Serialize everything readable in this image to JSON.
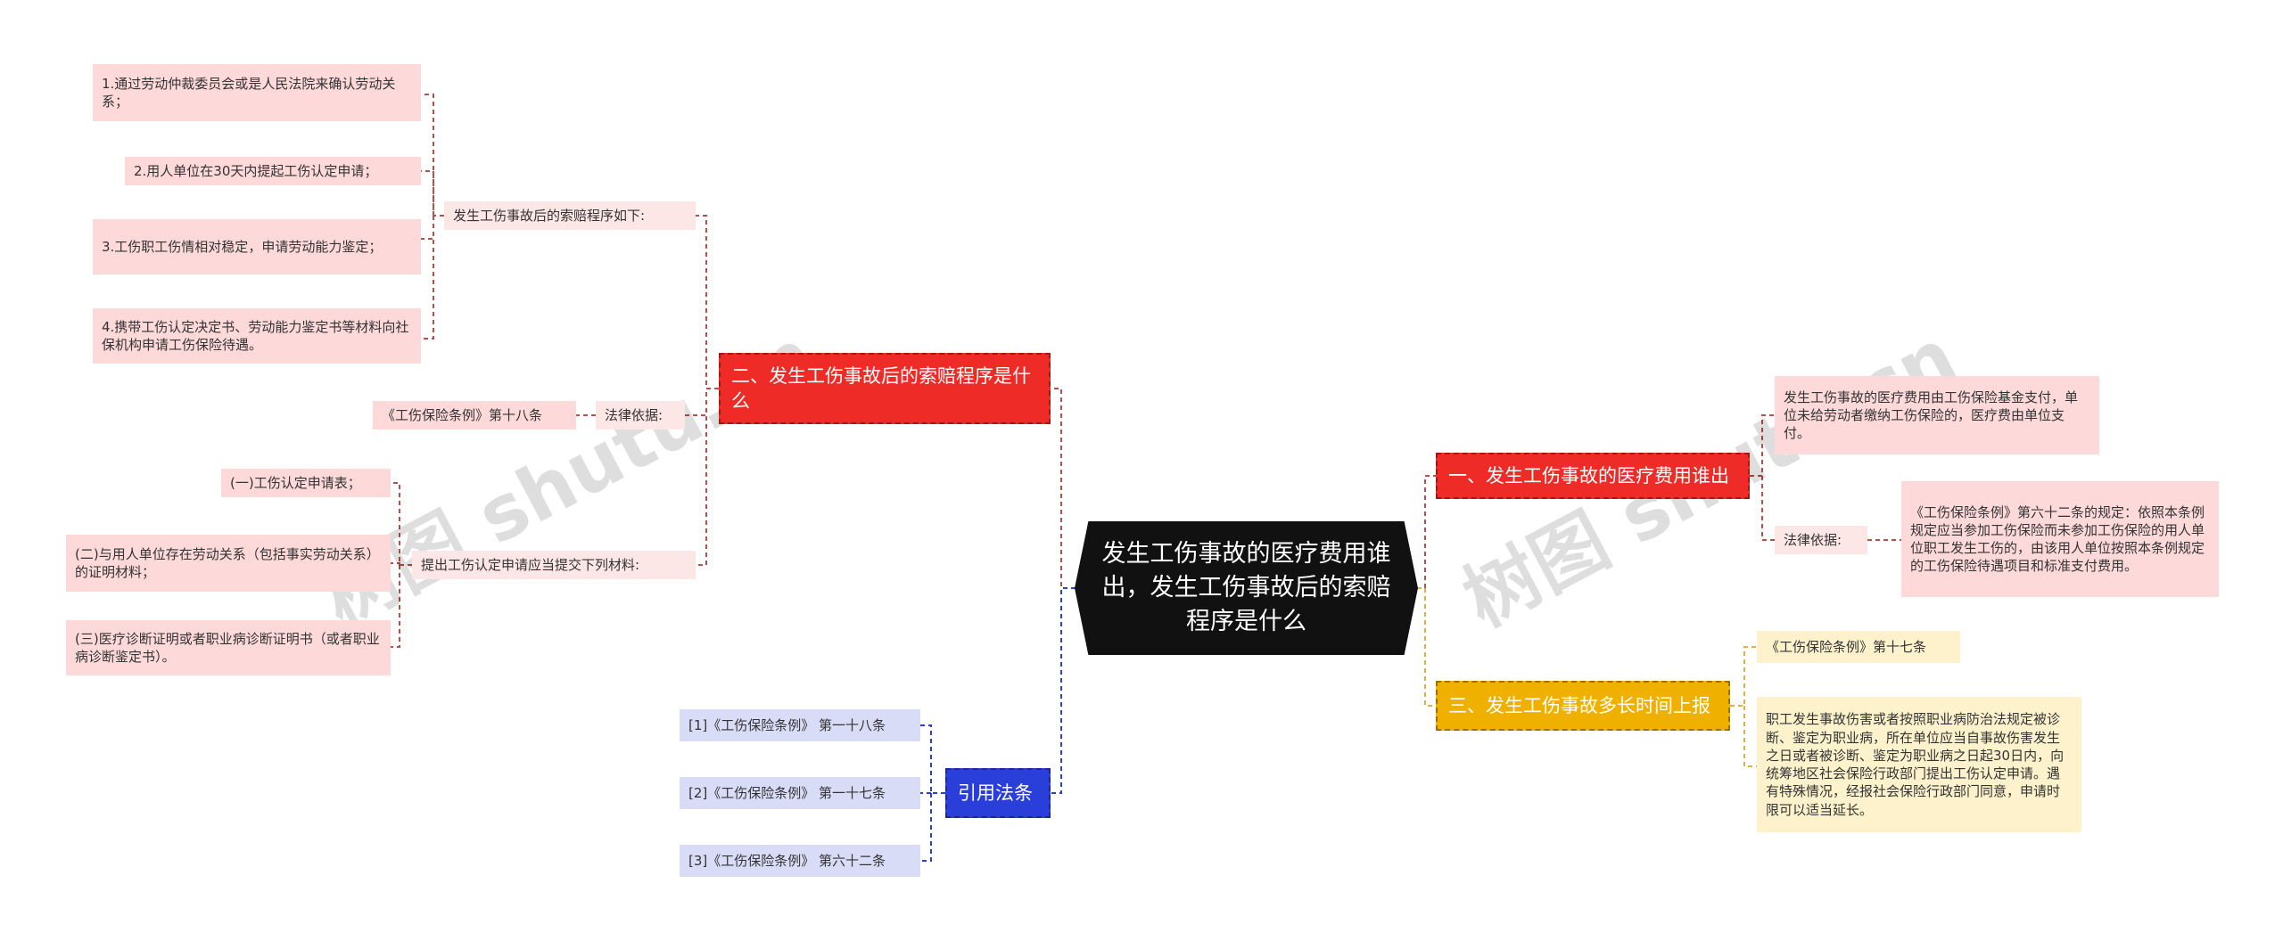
{
  "center": {
    "title": "发生工伤事故的医疗费用谁出，发生工伤事故后的索赔程序是什么"
  },
  "branch_claim": {
    "title": "二、发生工伤事故后的索赔程序是什么",
    "procedure_label": "发生工伤事故后的索赔程序如下:",
    "steps": [
      "1.通过劳动仲裁委员会或是人民法院来确认劳动关系；",
      "2.用人单位在30天内提起工伤认定申请；",
      "3.工伤职工伤情相对稳定，申请劳动能力鉴定；",
      "4.携带工伤认定决定书、劳动能力鉴定书等材料向社保机构申请工伤保险待遇。"
    ],
    "legal_label": "法律依据:",
    "legal_text": "《工伤保险条例》第十八条",
    "materials_label": "提出工伤认定申请应当提交下列材料:",
    "materials": [
      "(一)工伤认定申请表；",
      "(二)与用人单位存在劳动关系（包括事实劳动关系）的证明材料；",
      "(三)医疗诊断证明或者职业病诊断证明书（或者职业病诊断鉴定书）。"
    ]
  },
  "branch_refs": {
    "title": "引用法条",
    "items": [
      "[1]《工伤保险条例》 第一十八条",
      "[2]《工伤保险条例》 第一十七条",
      "[3]《工伤保险条例》 第六十二条"
    ]
  },
  "branch_cost": {
    "title": "一、发生工伤事故的医疗费用谁出",
    "answer": "发生工伤事故的医疗费用由工伤保险基金支付，单位未给劳动者缴纳工伤保险的，医疗费由单位支付。",
    "legal_label": "法律依据:",
    "legal_text": "《工伤保险条例》第六十二条的规定：依照本条例规定应当参加工伤保险而未参加工伤保险的用人单位职工发生工伤的，由该用人单位按照本条例规定的工伤保险待遇项目和标准支付费用。"
  },
  "branch_time": {
    "title": "三、发生工伤事故多长时间上报",
    "law": "《工伤保险条例》第十七条",
    "detail": "职工发生事故伤害或者按照职业病防治法规定被诊断、鉴定为职业病，所在单位应当自事故伤害发生之日或者被诊断、鉴定为职业病之日起30日内，向统筹地区社会保险行政部门提出工伤认定申请。遇有特殊情况，经报社会保险行政部门同意，申请时限可以适当延长。"
  },
  "watermarks": [
    "树图 shutu.cn",
    "树图 shutu.cn"
  ],
  "colors": {
    "red_branch": "#ee2b26",
    "blue_branch": "#2a3fd9",
    "yellow_branch": "#f0b000",
    "center": "#111111",
    "red_link": "#b5514a",
    "blue_link": "#2a3fd9",
    "yellow_link": "#e0b040"
  }
}
